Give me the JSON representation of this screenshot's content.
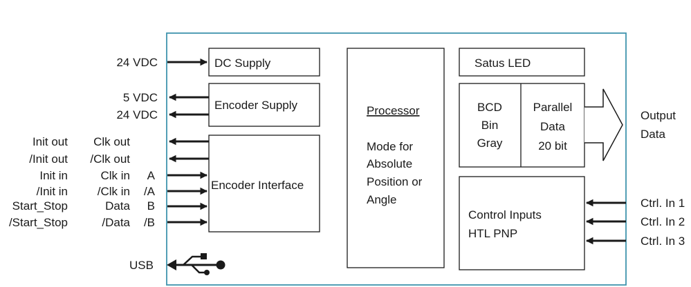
{
  "colors": {
    "frame": "#3f93ad",
    "ink": "#1a1a1a",
    "background": "#ffffff"
  },
  "blocks": {
    "dc_supply": "DC Supply",
    "encoder_supply": "Encoder Supply",
    "encoder_interface": "Encoder Interface",
    "processor_title": "Processor",
    "processor_lines": [
      "Mode for",
      "Absolute",
      "Position or",
      "Angle"
    ],
    "status_led": "Satus LED",
    "format_lines": [
      "BCD",
      "Bin",
      "Gray"
    ],
    "parallel_lines": [
      "Parallel",
      "Data",
      "20 bit"
    ],
    "control_lines": [
      "Control Inputs",
      "HTL PNP"
    ]
  },
  "left_signals": {
    "dc_input": "24 VDC",
    "supply_out_5v": "5 VDC",
    "supply_out_24v": "24 VDC",
    "init_col": [
      "Init out",
      "/Init out",
      "Init in",
      "/Init in",
      "Start_Stop",
      "/Start_Stop"
    ],
    "clk_col": [
      "Clk out",
      "/Clk out",
      "Clk in",
      "/Clk in",
      "Data",
      "/Data"
    ],
    "channel_col": [
      "A",
      "/A",
      "B",
      "/B"
    ],
    "usb": "USB"
  },
  "right_signals": {
    "output_lines": [
      "Output",
      "Data"
    ],
    "ctrl_inputs": [
      "Ctrl. In 1",
      "Ctrl. In 2",
      "Ctrl. In 3"
    ]
  },
  "icons": {
    "usb": "usb-icon",
    "output": "hollow-arrow-icon"
  }
}
